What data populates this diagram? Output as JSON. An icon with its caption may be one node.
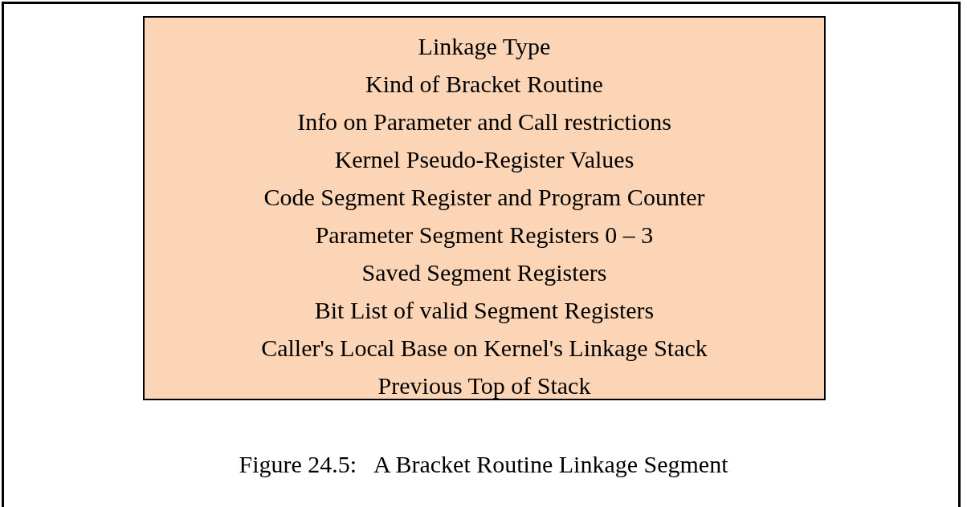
{
  "diagram": {
    "caption": "Figure 24.5:   A Bracket Routine Linkage Segment",
    "nodes": [
      {
        "text": [
          "Linkage Type",
          "Kind of Bracket Routine",
          "Info on Parameter and Call restrictions",
          "Kernel Pseudo-Register Values",
          "Code Segment Register and Program Counter",
          "Parameter Segment Registers 0 – 3",
          "Saved Segment Registers",
          "Bit List of valid Segment Registers",
          "Caller's Local Base on Kernel's Linkage Stack",
          "Previous Top of Stack"
        ]
      }
    ]
  }
}
